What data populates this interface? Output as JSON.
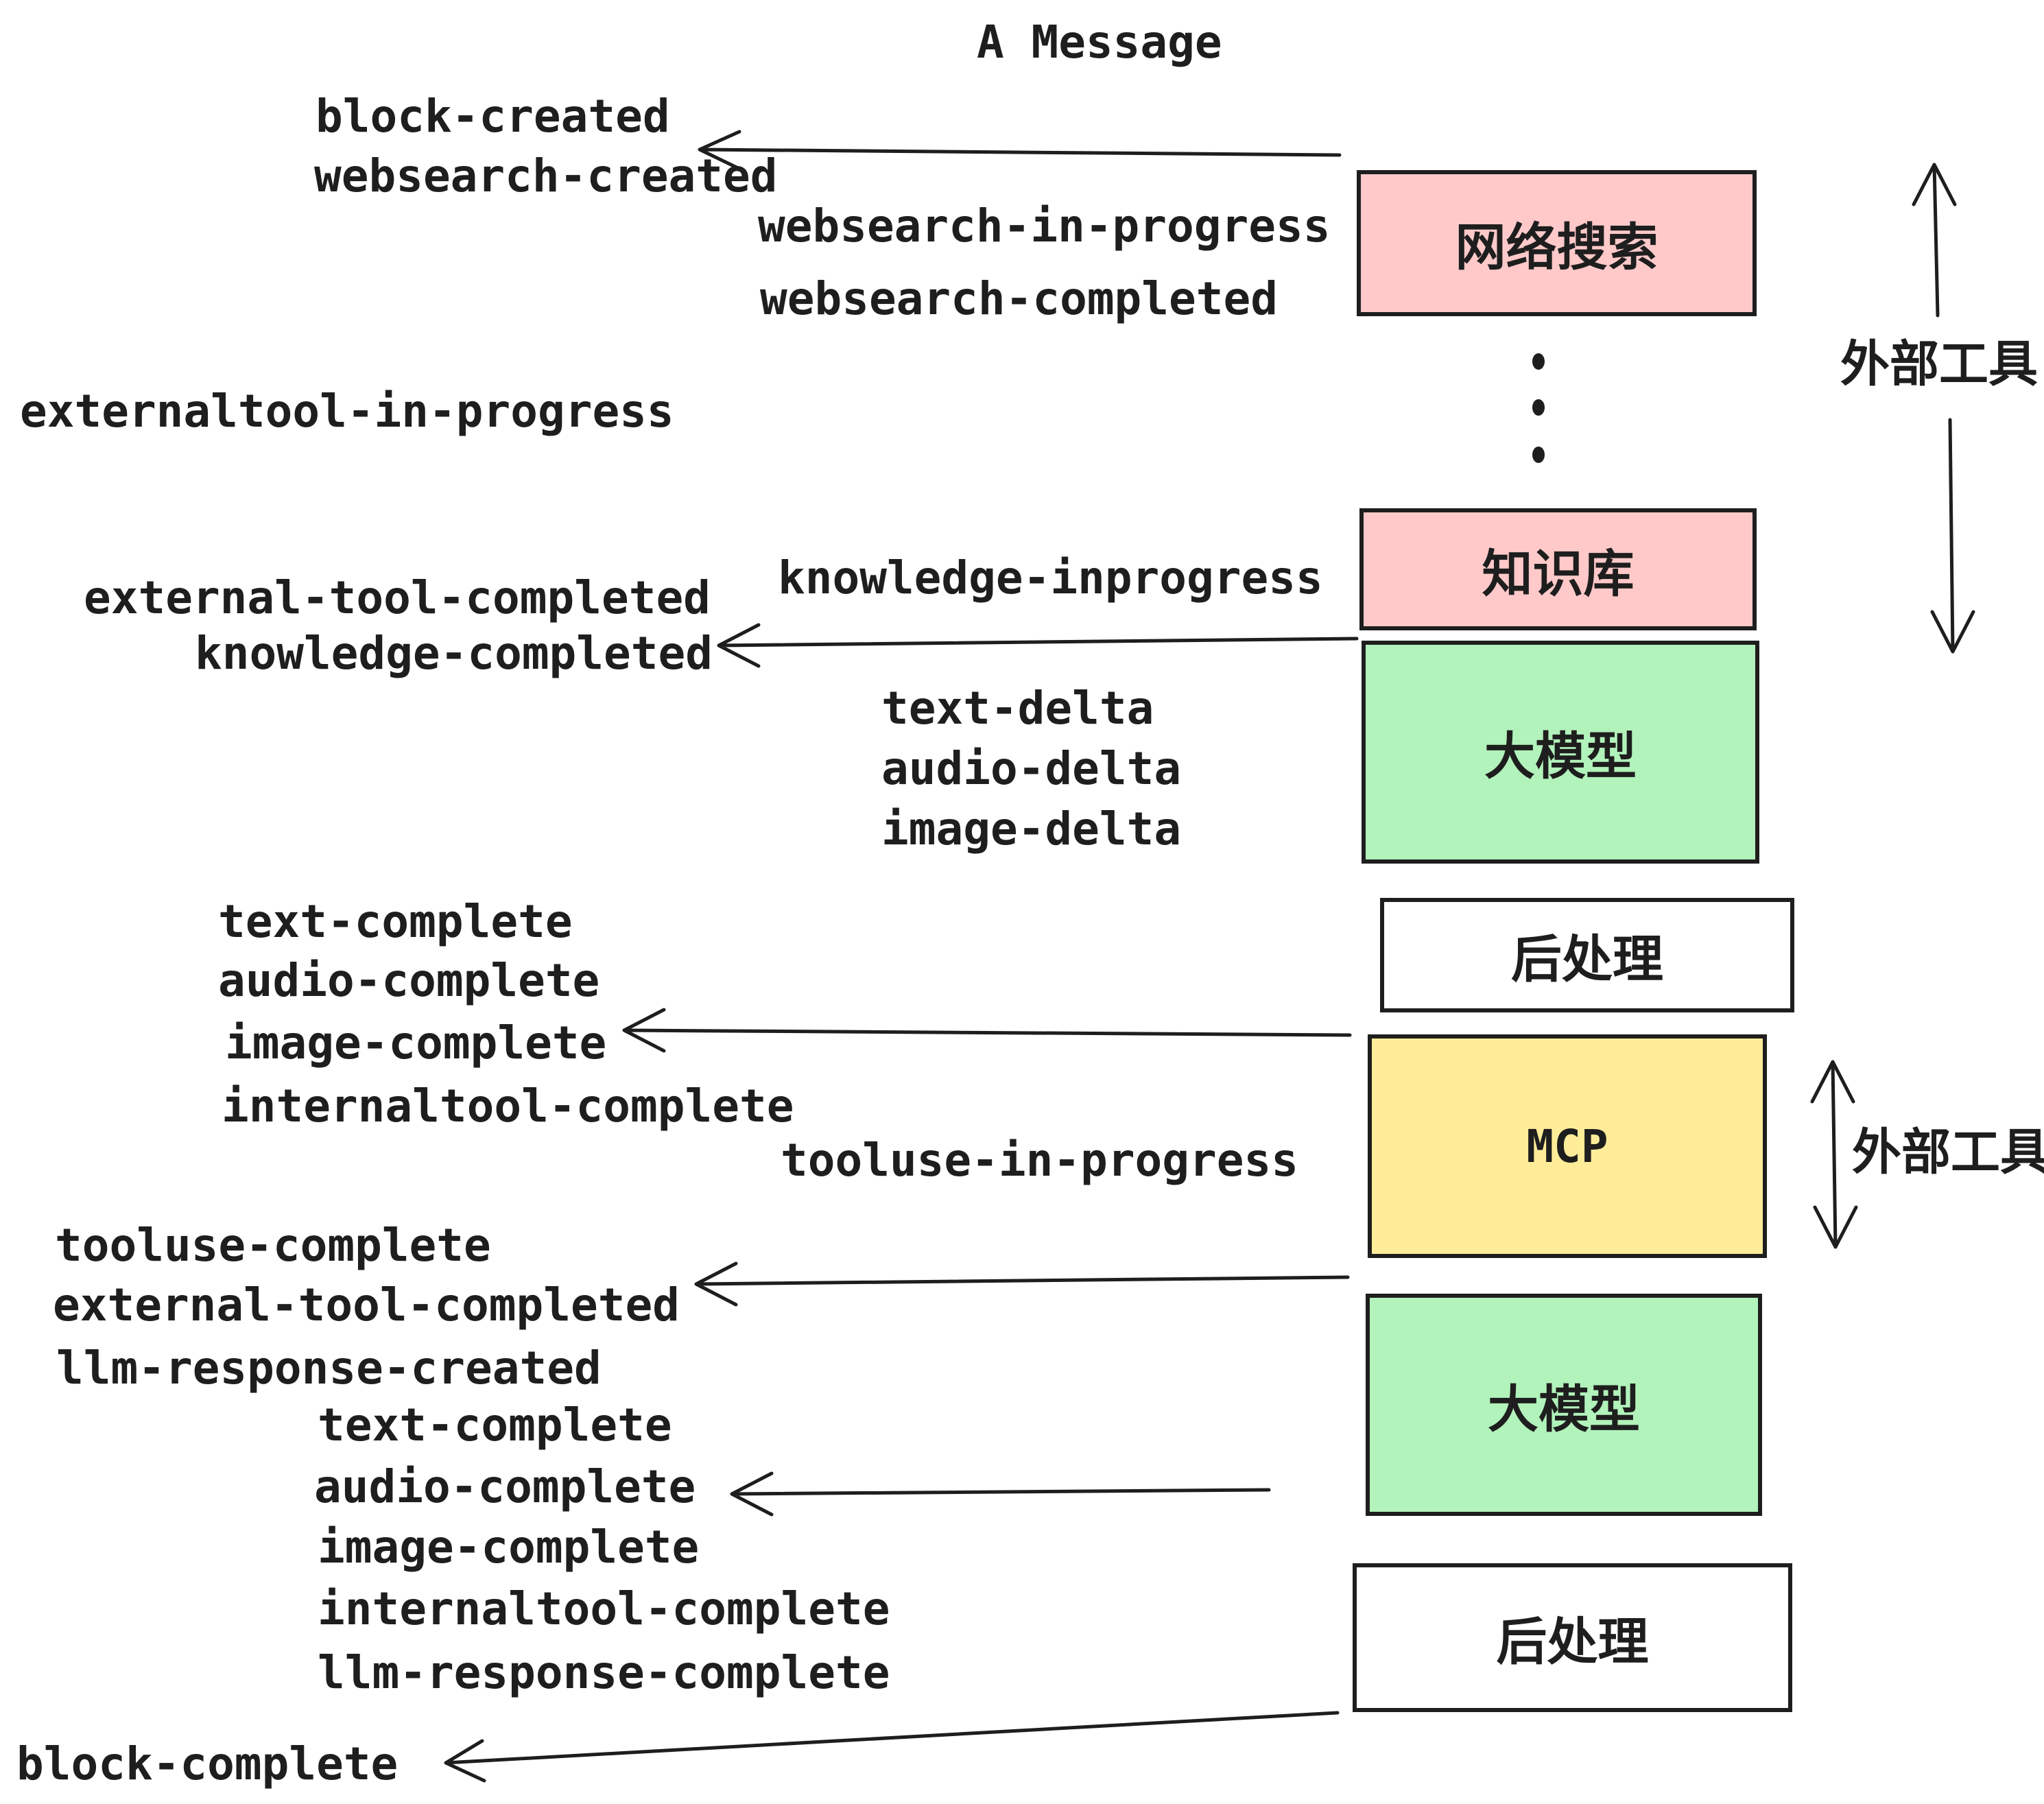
{
  "title": "A Message",
  "colors": {
    "pink": "#ffc9c9",
    "green": "#b2f2bb",
    "yellow": "#ffec99",
    "ink": "#1e1e1e"
  },
  "boxes": {
    "websearch": "网络搜索",
    "knowledge": "知识库",
    "llm1": "大模型",
    "post1": "后处理",
    "mcp": "MCP",
    "llm2": "大模型",
    "post2": "后处理"
  },
  "side_labels": {
    "external_tools_top": "外部工具",
    "external_tools_mid": "外部工具"
  },
  "events": {
    "block_created": "block-created",
    "websearch_created": "websearch-created",
    "websearch_in_progress": "websearch-in-progress",
    "websearch_completed": "websearch-completed",
    "externaltool_in_progress": "externaltool-in-progress",
    "knowledge_inprogress": "knowledge-inprogress",
    "external_tool_completed_1": "external-tool-completed",
    "knowledge_completed": "knowledge-completed",
    "text_delta_1": "text-delta",
    "audio_delta_1": "audio-delta",
    "image_delta_1": "image-delta",
    "text_complete_1": "text-complete",
    "audio_complete_1": "audio-complete",
    "image_complete_1": "image-complete",
    "internaltool_complete_1": "internaltool-complete",
    "tooluse_in_progress": "tooluse-in-progress",
    "tooluse_complete": "tooluse-complete",
    "external_tool_completed_2": "external-tool-completed",
    "llm_response_created": "llm-response-created",
    "text_complete_2": "text-complete",
    "audio_complete_2": "audio-complete",
    "image_complete_2": "image-complete",
    "internaltool_complete_2": "internaltool-complete",
    "llm_response_complete": "llm-response-complete",
    "block_complete": "block-complete"
  }
}
